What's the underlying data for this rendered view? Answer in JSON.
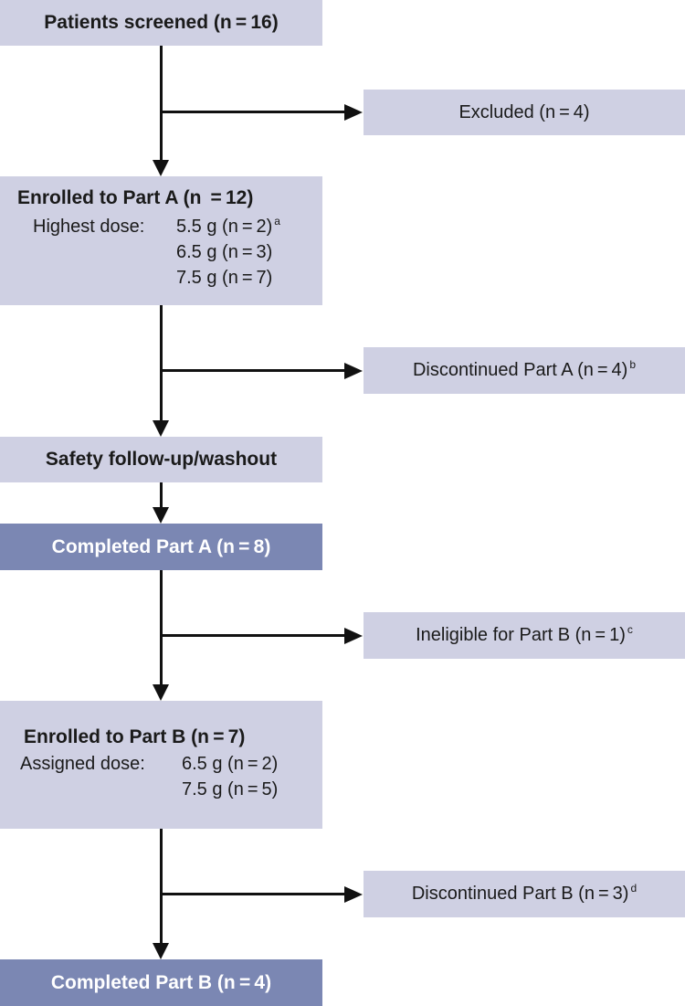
{
  "flowchart": {
    "screened": {
      "label": "Patients screened (n = 16)"
    },
    "excluded": {
      "label": "Excluded (n = 4)"
    },
    "enrolled_a": {
      "title": "Enrolled to Part A (n  = 12)",
      "dose_label": "Highest dose:",
      "doses": [
        {
          "text": "5.5 g (n = 2)",
          "note": "a"
        },
        {
          "text": "6.5 g (n = 3)",
          "note": ""
        },
        {
          "text": "7.5 g (n = 7)",
          "note": ""
        }
      ]
    },
    "discontinued_a": {
      "label": "Discontinued Part A (n = 4)",
      "note": "b"
    },
    "safety": {
      "label": "Safety follow-up/washout"
    },
    "completed_a": {
      "label": "Completed Part A (n = 8)"
    },
    "ineligible_b": {
      "label": "Ineligible for Part B (n = 1)",
      "note": "c"
    },
    "enrolled_b": {
      "title": "Enrolled to Part B (n = 7)",
      "dose_label": "Assigned dose:",
      "doses": [
        {
          "text": "6.5 g (n = 2)"
        },
        {
          "text": "7.5 g (n = 5)"
        }
      ]
    },
    "discontinued_b": {
      "label": "Discontinued Part B (n = 3)",
      "note": "d"
    },
    "completed_b": {
      "label": "Completed Part B (n = 4)"
    }
  },
  "colors": {
    "box_light": "#cfd0e3",
    "box_dark": "#7b87b3",
    "line": "#111111"
  }
}
